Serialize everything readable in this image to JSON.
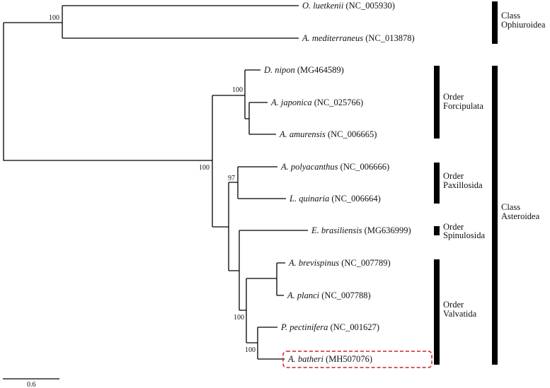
{
  "taxa": [
    {
      "id": "t1",
      "genus": "O. luetkenii",
      "acc": "(NC_005930)"
    },
    {
      "id": "t2",
      "genus": "A. mediterraneus",
      "acc": "(NC_013878)"
    },
    {
      "id": "t3",
      "genus": "D. nipon",
      "acc": "(MG464589)"
    },
    {
      "id": "t4",
      "genus": "A. japonica",
      "acc": "(NC_025766)"
    },
    {
      "id": "t5",
      "genus": "A. amurensis",
      "acc": "(NC_006665)"
    },
    {
      "id": "t6",
      "genus": "A. polyacanthus",
      "acc": "(NC_006666)"
    },
    {
      "id": "t7",
      "genus": "L. quinaria",
      "acc": "(NC_006664)"
    },
    {
      "id": "t8",
      "genus": "E. brasiliensis",
      "acc": "(MG636999)"
    },
    {
      "id": "t9",
      "genus": "A. brevispinus",
      "acc": "(NC_007789)"
    },
    {
      "id": "t10",
      "genus": "A. planci",
      "acc": "(NC_007788)"
    },
    {
      "id": "t11",
      "genus": "P. pectinifera",
      "acc": "(NC_001627)"
    },
    {
      "id": "t12",
      "genus": "A. batheri",
      "acc": "(MH507076)"
    }
  ],
  "support": {
    "ophiuroidea": "100",
    "forcipulata": "100",
    "asteroidea": "100",
    "paxillosida": "97",
    "valvatida": "100",
    "pectinifera_batheri": "100"
  },
  "groups": {
    "ophiuroidea": [
      "Class",
      "Ophiuroidea"
    ],
    "forcipulata": [
      "Order",
      "Forcipulata"
    ],
    "paxillosida": [
      "Order",
      "Paxillosida"
    ],
    "spinulosida": [
      "Order",
      "Spinulosida"
    ],
    "valvatida": [
      "Order",
      "Valvatida"
    ],
    "asteroidea": [
      "Class",
      "Asteroidea"
    ]
  },
  "scale_bar": {
    "label": "0.6"
  },
  "highlight": {
    "taxon": "A. batheri",
    "color": "#d0202a"
  }
}
